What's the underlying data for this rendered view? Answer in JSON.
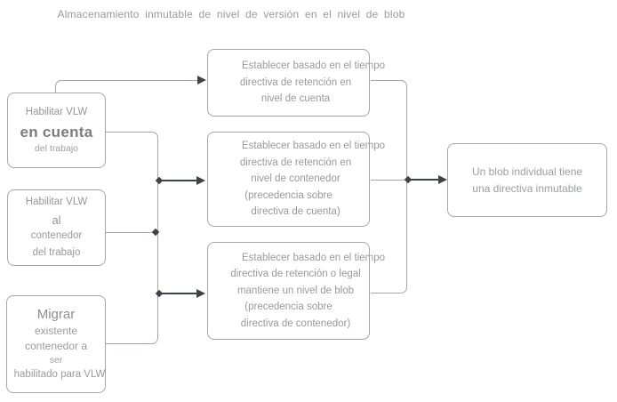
{
  "title": "Almacenamiento inmutable de nivel de versión en el nivel de blob",
  "colors": {
    "box_border": "#a6a6a6",
    "text_light": "#9a9a9a",
    "text_dark": "#7d7d7d",
    "line_light": "#a2a7ae",
    "line_dark": "#3c434d",
    "bg": "#ffffff"
  },
  "left_boxes": {
    "account": {
      "line1": "Habilitar VLW",
      "line2": "en cuenta",
      "line3": "del trabajo"
    },
    "container": {
      "line1": "Habilitar VLW",
      "line2": "al",
      "line3": "contenedor",
      "line4": "del trabajo"
    },
    "migrate": {
      "line1": "Migrar",
      "line2": "existente",
      "line3": "contenedor a",
      "line4": "ser",
      "line5": "habilitado para VLW"
    }
  },
  "middle_boxes": {
    "account_policy": {
      "line1": "Establecer basado en el tiempo",
      "line2": "directiva de retención en",
      "line3": "nivel de cuenta"
    },
    "container_policy": {
      "line1": "Establecer basado en el tiempo",
      "line2": "directiva de retención en",
      "line3": "nivel de contenedor",
      "line4": "(precedencia sobre",
      "line5": "directiva de cuenta)"
    },
    "blob_policy": {
      "line1": "Establecer basado en el tiempo",
      "line2": "directiva de retención o legal",
      "line3": "mantiene un nivel de blob",
      "line4": "(precedencia sobre",
      "line5": "directiva de contenedor)"
    }
  },
  "right_box": {
    "line1": "Un blob individual tiene",
    "line2": "una directiva inmutable"
  }
}
